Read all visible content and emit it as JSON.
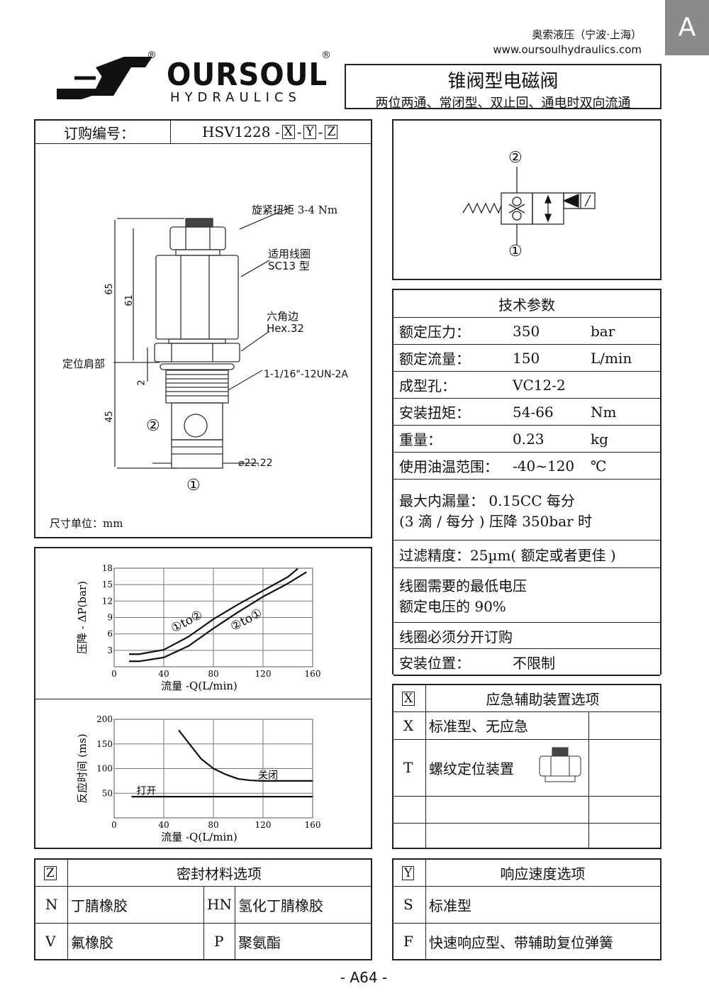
{
  "section_tab": "A",
  "company": {
    "name_cn": "奥索液压（宁波·上海）",
    "website": "www.oursoulhydraulics.com",
    "logo_text": "OURSOUL",
    "logo_sub": "HYDRAULICS",
    "reg": "®"
  },
  "title": {
    "main": "锥阀型电磁阀",
    "sub": "两位两通、常闭型、双止回、通电时双向流通"
  },
  "order": {
    "label": "订购编号：",
    "model": "HSV1228 -",
    "x": "X",
    "y": "Y",
    "z": "Z",
    "dash": "-"
  },
  "drawing": {
    "torque_note": "旋紧扭矩 3-4 Nm",
    "coil_note1": "适用线圈",
    "coil_note2": "SC13 型",
    "hex_note1": "六角边",
    "hex_note2": "Hex.32",
    "thread": "1-1/16\"-12UN-2A",
    "shoulder": "定位肩部",
    "dim_65": "65",
    "dim_61": "61",
    "dim_2": "2",
    "dim_45": "45",
    "diameter": "22.22",
    "port1": "①",
    "port2": "②",
    "unit": "尺寸单位：mm"
  },
  "symbol": {
    "port1": "①",
    "port2": "②"
  },
  "specs": {
    "title": "技术参数",
    "rows": [
      {
        "label": "额定压力：",
        "value": "350",
        "unit": "bar"
      },
      {
        "label": "额定流量：",
        "value": "150",
        "unit": "L/min"
      },
      {
        "label": "成型孔：",
        "value": "VC12-2",
        "unit": ""
      },
      {
        "label": "安装扭矩：",
        "value": "54-66",
        "unit": "Nm"
      },
      {
        "label": "重量：",
        "value": "0.23",
        "unit": "kg"
      },
      {
        "label": "使用油温范围：",
        "value": "-40~120",
        "unit": "℃"
      }
    ],
    "leak1": "最大内漏量：  0.15CC 每分",
    "leak2": "(3 滴 / 每分 ) 压降 350bar 时",
    "filter": "过滤精度：25µm( 额定或者更佳 )",
    "coil1": "线圈需要的最低电压",
    "coil2": "额定电压的 90%",
    "order_sep": "线圈必须分开订购",
    "mount_label": "安装位置：",
    "mount_value": "不限制"
  },
  "x_options": {
    "key": "X",
    "title": "应急辅助装置选项",
    "rows": [
      {
        "code": "X",
        "desc": "标准型、无应急"
      },
      {
        "code": "T",
        "desc": "螺纹定位装置"
      }
    ]
  },
  "z_options": {
    "key": "Z",
    "title": "密封材料选项",
    "rows": [
      {
        "code": "N",
        "desc": "丁腈橡胶",
        "code2": "HN",
        "desc2": "氢化丁腈橡胶"
      },
      {
        "code": "V",
        "desc": "氟橡胶",
        "code2": "P",
        "desc2": "聚氨酯"
      }
    ]
  },
  "y_options": {
    "key": "Y",
    "title": "响应速度选项",
    "rows": [
      {
        "code": "S",
        "desc": "标准型"
      },
      {
        "code": "F",
        "desc": "快速响应型、带辅助复位弹簧"
      }
    ]
  },
  "chart_data": [
    {
      "type": "line",
      "title": "",
      "xlabel": "流量 -Q(L/min)",
      "ylabel": "压降 - ΔP(bar)",
      "xlim": [
        0,
        160
      ],
      "ylim": [
        0,
        18
      ],
      "xticks": [
        "0",
        "40",
        "80",
        "120",
        "160"
      ],
      "yticks": [
        "3",
        "6",
        "9",
        "12",
        "15",
        "18"
      ],
      "grid": true,
      "series": [
        {
          "name": "①to②",
          "x": [
            12,
            20,
            40,
            60,
            80,
            100,
            120,
            140,
            148
          ],
          "y": [
            2.3,
            2.3,
            3.1,
            5.5,
            8.7,
            11.4,
            13.9,
            16.4,
            17.9
          ]
        },
        {
          "name": "②to①",
          "x": [
            12,
            20,
            40,
            60,
            80,
            100,
            120,
            140,
            155
          ],
          "y": [
            1,
            1,
            1.7,
            3.8,
            7,
            10,
            12.8,
            15.2,
            17.3
          ]
        }
      ]
    },
    {
      "type": "line",
      "title": "",
      "xlabel": "流量 -Q(L/min)",
      "ylabel": "反应时间 (ms)",
      "xlim": [
        0,
        160
      ],
      "ylim": [
        0,
        200
      ],
      "xticks": [
        "0",
        "40",
        "80",
        "120",
        "160"
      ],
      "yticks": [
        "50",
        "100",
        "150",
        "200"
      ],
      "grid": true,
      "series": [
        {
          "name": "关闭",
          "x": [
            52,
            60,
            70,
            80,
            90,
            100,
            110,
            120,
            160
          ],
          "y": [
            178,
            152,
            120,
            100,
            88,
            79,
            76,
            75,
            75
          ]
        },
        {
          "name": "打开",
          "x": [
            14,
            160
          ],
          "y": [
            43,
            43
          ]
        }
      ]
    }
  ],
  "footer": "- A64 -"
}
